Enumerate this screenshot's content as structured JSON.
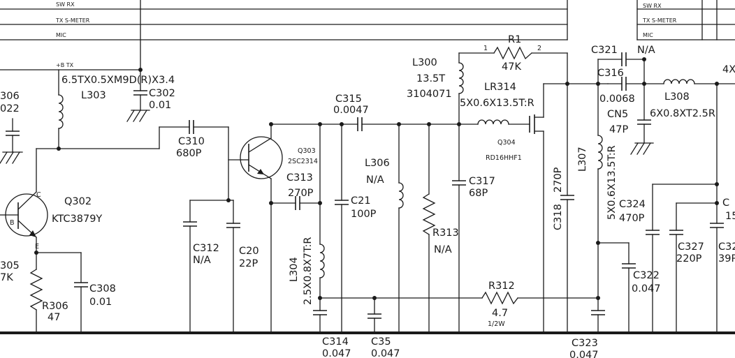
{
  "bus": {
    "sw_rx": "SW RX",
    "tx_s_meter": "TX S-METER",
    "mic": "MIC"
  },
  "net": {
    "b_tx": "+B TX"
  },
  "labels": {
    "c306_ref": "306",
    "c306_val": "022",
    "l303_spec": "6.5TX0.5XM9D(R)X3.4",
    "l303": "L303",
    "c302": "C302",
    "c302_val": "0.01",
    "q302_pin_c": "C",
    "q302_pin_b": "B",
    "q302_pin_e": "E",
    "q302": "Q302",
    "q302_part": "KTC3879Y",
    "r305_ref": "305",
    "r305_val": "7K",
    "r306": "R306",
    "r306_val": "47",
    "c308": "C308",
    "c308_val": "0.01",
    "c310": "C310",
    "c310_val": "680P",
    "c312": "C312",
    "c312_val": "N/A",
    "c20": "C20",
    "c20_val": "22P",
    "q303": "Q303",
    "q303_part": "2SC2314",
    "c313": "C313",
    "c313_val": "270P",
    "l304": "L304",
    "l304_spec": "2.5X0.8X7T:R",
    "c314": "C314",
    "c314_val": "0.047",
    "c315": "C315",
    "c315_val": "0.0047",
    "c21": "C21",
    "c21_val": "100P",
    "l306": "L306",
    "l306_val": "N/A",
    "r313": "R313",
    "r313_val": "N/A",
    "c35": "C35",
    "c35_val": "0.047",
    "l300": "L300",
    "l300_spec": "13.5T",
    "l300_part": "3104071",
    "r1": "R1",
    "r1_pin1": "1",
    "r1_pin2": "2",
    "r1_val": "47K",
    "lr314": "LR314",
    "lr314_spec": "5X0.6X13.5T:R",
    "q304": "Q304",
    "q304_part": "RD16HHF1",
    "c317": "C317",
    "c317_val": "68P",
    "r312": "R312",
    "r312_val": "4.7",
    "r312_power": "1/2W",
    "c318": "C318",
    "c318_val": "270P",
    "c321": "C321",
    "c321_val": "N/A",
    "c316": "C316",
    "c316_val": "0.0068",
    "l308": "L308",
    "l308_spec": "6X0.8XT2.5R",
    "cn5": "CN5",
    "cn5_val": "47P",
    "l307": "L307",
    "l307_spec": "5X0.6X13.5T:R",
    "c324": "C324",
    "c324_val": "470P",
    "c322": "C322",
    "c322_val": "0.047",
    "c327": "C327",
    "c327_val": "220P",
    "c32x": "C32",
    "c32x_val": "39P",
    "c323": "C323",
    "c323_val": "0.047",
    "right_c": "C",
    "right_c_val": "15",
    "right_4x": "4X"
  }
}
